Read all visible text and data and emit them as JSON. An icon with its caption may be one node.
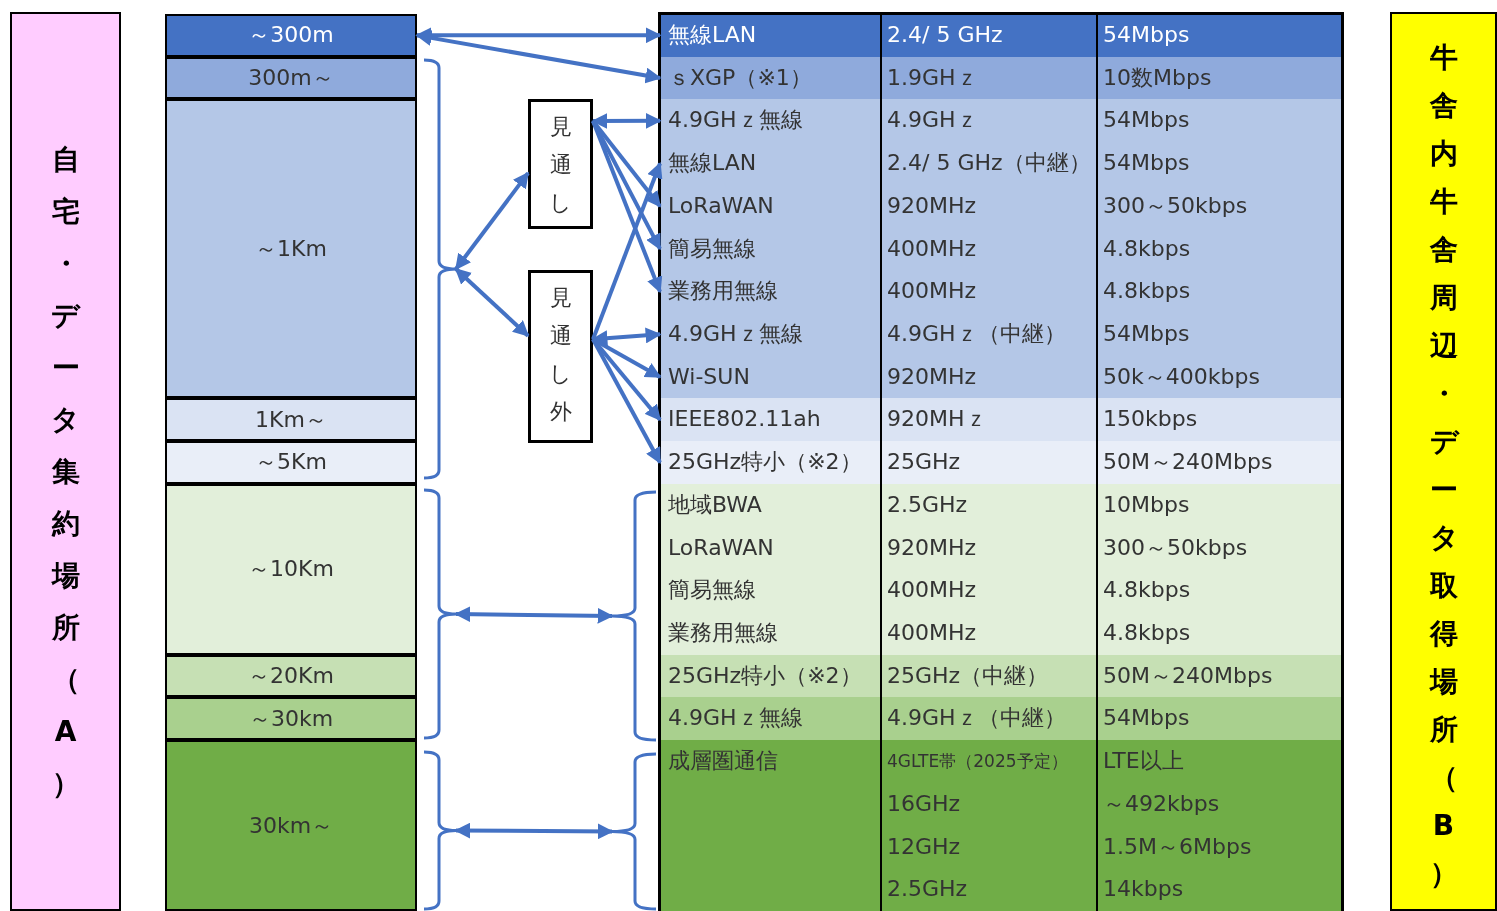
{
  "diagram": {
    "nodes": [
      {
        "text": [
          "自宅・データ集約場所（A）"
        ]
      },
      {
        "text": [
          "～300m"
        ]
      },
      {
        "text": [
          "300m～"
        ]
      },
      {
        "text": [
          "～1Km"
        ]
      },
      {
        "text": [
          "1Km～"
        ]
      },
      {
        "text": [
          "～5Km"
        ]
      },
      {
        "text": [
          "～10Km"
        ]
      },
      {
        "text": [
          "～20Km"
        ]
      },
      {
        "text": [
          "～30km"
        ]
      },
      {
        "text": [
          "30km～"
        ]
      },
      {
        "text": [],
        "shape": "bracket"
      },
      {
        "text": [],
        "shape": "bracket"
      },
      {
        "text": [],
        "shape": "bracket"
      },
      {
        "text": [],
        "shape": "bracket"
      },
      {
        "text": [],
        "shape": "bracket"
      },
      {
        "text": [
          "見通し"
        ]
      },
      {
        "text": [
          "見通し外"
        ]
      },
      {
        "text": [
          "無線LAN",
          "2.4/ 5 GHz",
          "54Mbps"
        ]
      },
      {
        "text": [
          "ｓXGP（※1）",
          "1.9GHｚ",
          "10数Mbps"
        ]
      },
      {
        "text": [
          "4.9GHｚ無線",
          "4.9GHｚ",
          "54Mbps"
        ]
      },
      {
        "text": [
          "無線LAN",
          "2.4/ 5 GHz（中継）",
          "54Mbps"
        ]
      },
      {
        "text": [
          "LoRaWAN",
          "920MHz",
          "300～50kbps"
        ]
      },
      {
        "text": [
          "簡易無線",
          "400MHz",
          "4.8kbps"
        ]
      },
      {
        "text": [
          "業務用無線",
          "400MHz",
          "4.8kbps"
        ]
      },
      {
        "text": [
          "4.9GHｚ無線",
          "4.9GHｚ（中継）",
          "54Mbps"
        ]
      },
      {
        "text": [
          "Wi-SUN",
          "920MHz",
          "50k～400kbps"
        ]
      },
      {
        "text": [
          "IEEE802.11ah",
          "920MHｚ",
          "150kbps"
        ]
      },
      {
        "text": [
          "25GHz特小（※2）",
          "25GHz",
          "50M～240Mbps"
        ]
      },
      {
        "text": [
          "地域BWA",
          "2.5GHz",
          "10Mbps"
        ]
      },
      {
        "text": [
          "LoRaWAN",
          "920MHz",
          "300～50kbps"
        ]
      },
      {
        "text": [
          "簡易無線",
          "400MHz",
          "4.8kbps"
        ]
      },
      {
        "text": [
          "業務用無線",
          "400MHz",
          "4.8kbps"
        ]
      },
      {
        "text": [
          "25GHz特小（※2）",
          "25GHz（中継）",
          "50M～240Mbps"
        ]
      },
      {
        "text": [
          "4.9GHｚ無線",
          "4.9GHｚ（中継）",
          "54Mbps"
        ]
      },
      {
        "text": [
          "成層圏通信",
          "4GLTE帯（2025予定）",
          "LTE以上"
        ]
      },
      {
        "text": [
          "16GHz",
          "～492kbps"
        ]
      },
      {
        "text": [
          "12GHz",
          "1.5M～6Mbps"
        ]
      },
      {
        "text": [
          "2.5GHz",
          "14kbps"
        ]
      },
      {
        "text": [
          "牛舎内牛舎周辺・データ取得場所（B）"
        ]
      }
    ],
    "edges": [
      {
        "from": 1,
        "to": 17,
        "arrow": "both"
      },
      {
        "from": 1,
        "to": 18,
        "arrow": "both"
      },
      {
        "from": 10,
        "to": 15,
        "arrow": "both"
      },
      {
        "from": 10,
        "to": 16,
        "arrow": "both"
      },
      {
        "from": 15,
        "to": 19,
        "arrow": "both"
      },
      {
        "from": 15,
        "to": 21,
        "arrow": "to"
      },
      {
        "from": 15,
        "to": 22,
        "arrow": "to"
      },
      {
        "from": 15,
        "to": 23,
        "arrow": "to"
      },
      {
        "from": 16,
        "to": 20,
        "arrow": "to"
      },
      {
        "from": 16,
        "to": 24,
        "arrow": "both"
      },
      {
        "from": 16,
        "to": 25,
        "arrow": "to"
      },
      {
        "from": 16,
        "to": 26,
        "arrow": "to"
      },
      {
        "from": 16,
        "to": 27,
        "arrow": "to"
      },
      {
        "from": 11,
        "to": 12,
        "arrow": "both"
      },
      {
        "from": 13,
        "to": 14,
        "arrow": "both"
      }
    ]
  }
}
